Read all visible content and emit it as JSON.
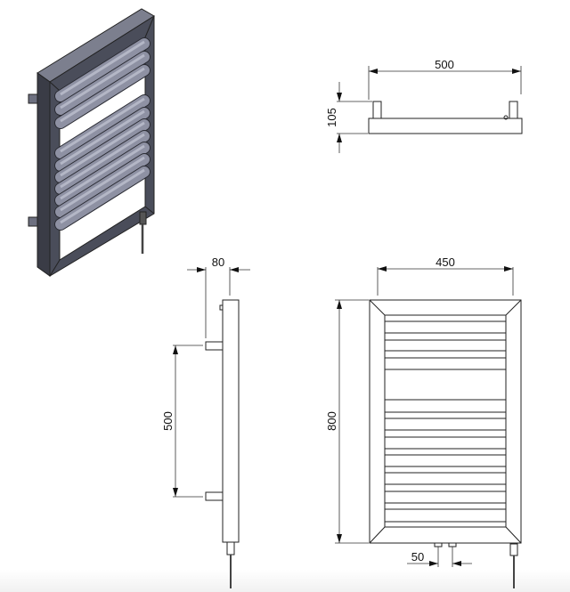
{
  "drawing": {
    "top_view": {
      "width_label": "500",
      "depth_label": "105"
    },
    "side_view": {
      "depth_label": "80",
      "bracket_spacing_label": "500"
    },
    "front_view": {
      "width_label": "450",
      "height_label": "800",
      "pipe_spacing_label": "50"
    },
    "colors": {
      "frame_front": "#4a4d5a",
      "frame_side": "#3a3c46",
      "frame_top": "#7c7f8e",
      "bar": "#8e91a3",
      "line": "#222222"
    }
  }
}
